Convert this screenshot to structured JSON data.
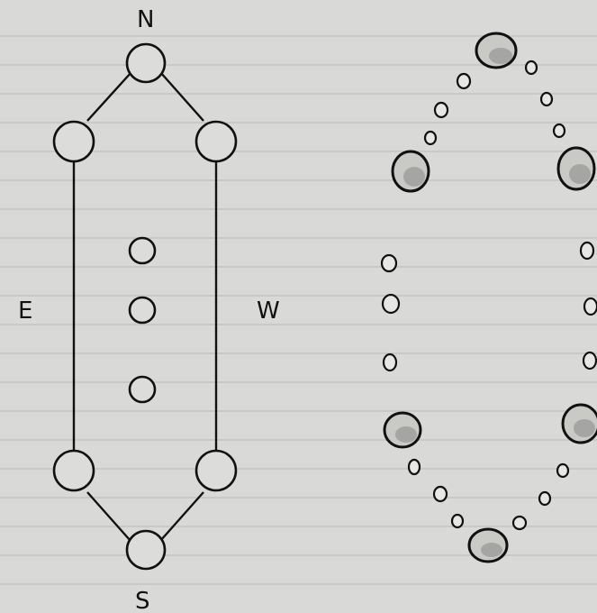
{
  "labels": {
    "north": "N",
    "south": "S",
    "east": "E",
    "west": "W"
  },
  "colors": {
    "paper": "#d9d9d7",
    "ink": "#111111"
  }
}
